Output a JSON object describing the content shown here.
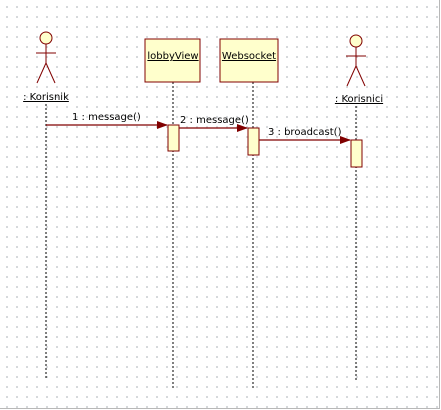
{
  "colors": {
    "actor_stroke": "#800000",
    "actor_fill": "#ffffcc",
    "box_stroke": "#800000",
    "box_fill": "#ffffcc",
    "arrow": "#800000",
    "lifeline": "#000000"
  },
  "participants": [
    {
      "id": "korisnik",
      "kind": "actor",
      "label": ": Korisnik"
    },
    {
      "id": "lobbyView",
      "kind": "object",
      "label": "lobbyView"
    },
    {
      "id": "websocket",
      "kind": "object",
      "label": "Websocket"
    },
    {
      "id": "korisnici",
      "kind": "actor",
      "label": ": Korisnici"
    }
  ],
  "messages": [
    {
      "from": "korisnik",
      "to": "lobbyView",
      "label": "1 : message()"
    },
    {
      "from": "lobbyView",
      "to": "websocket",
      "label": "2 : message()"
    },
    {
      "from": "websocket",
      "to": "korisnici",
      "label": "3 : broadcast()"
    }
  ]
}
